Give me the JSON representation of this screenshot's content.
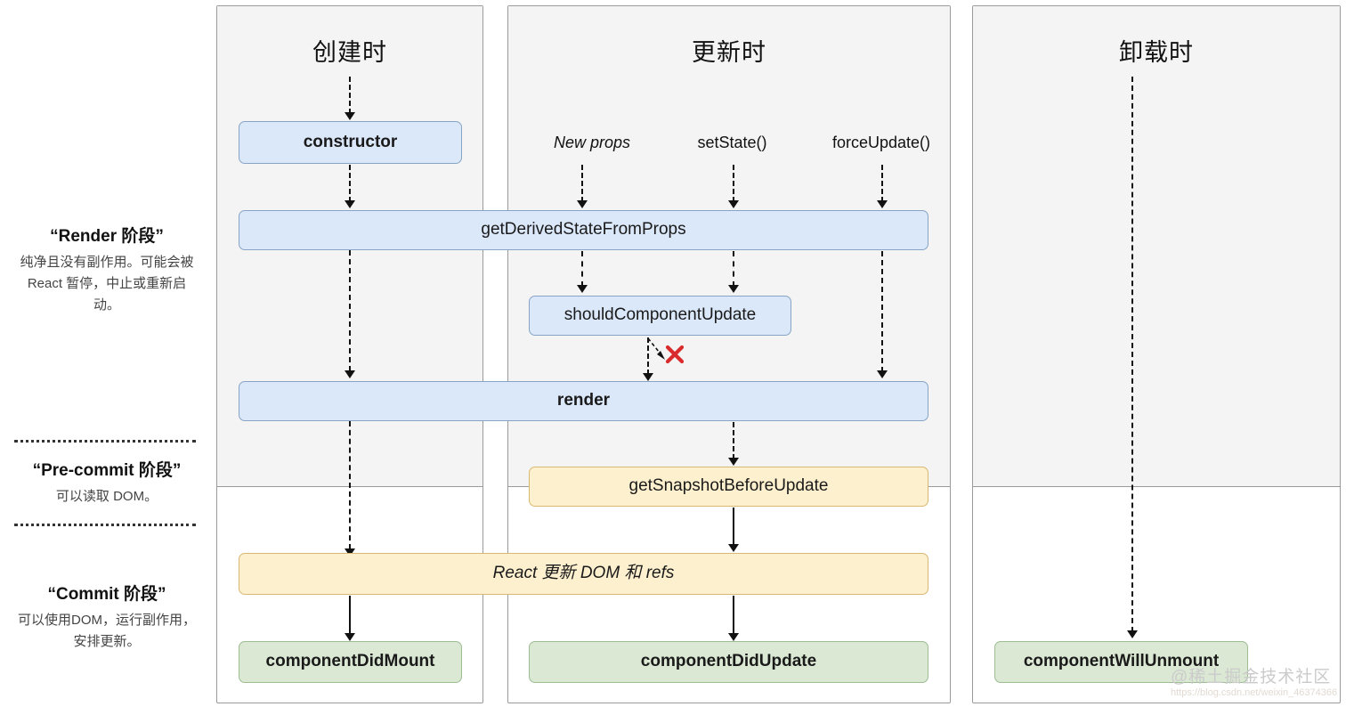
{
  "columns": [
    {
      "id": "mount",
      "title": "创建时"
    },
    {
      "id": "update",
      "title": "更新时"
    },
    {
      "id": "unmount",
      "title": "卸载时"
    }
  ],
  "legend": [
    {
      "id": "render-phase",
      "title": "“Render 阶段”",
      "body": "纯净且没有副作用。可能会被 React 暂停，中止或重新启动。"
    },
    {
      "id": "pre-commit-phase",
      "title": "“Pre-commit 阶段”",
      "body": "可以读取 DOM。"
    },
    {
      "id": "commit-phase",
      "title": "“Commit 阶段”",
      "body": "可以使用DOM，运行副作用，安排更新。"
    }
  ],
  "triggers": [
    {
      "id": "new-props",
      "label": "New props"
    },
    {
      "id": "set-state",
      "label": "setState()"
    },
    {
      "id": "force-update",
      "label": "forceUpdate()"
    }
  ],
  "boxes": {
    "constructor": "constructor",
    "get_derived_state": "getDerivedStateFromProps",
    "should_component_update": "shouldComponentUpdate",
    "render": "render",
    "get_snapshot": "getSnapshotBeforeUpdate",
    "react_updates_dom": "React 更新 DOM 和 refs",
    "component_did_mount": "componentDidMount",
    "component_did_update": "componentDidUpdate",
    "component_will_unmount": "componentWillUnmount"
  },
  "marks": {
    "skip_render_x": "✕"
  },
  "watermark": {
    "text": "@稀土掘金技术社区",
    "url": "https://blog.csdn.net/weixin_46374366"
  },
  "colors": {
    "blue_fill": "#dbe8fa",
    "blue_border": "#88a4c4",
    "yellow_fill": "#fdf0ce",
    "yellow_border": "#d9b870",
    "green_fill": "#dbe8d4",
    "green_border": "#9dbd93",
    "panel_shade": "#f4f4f4",
    "panel_border": "#9a9a9a",
    "x_red": "#d92b2b"
  }
}
